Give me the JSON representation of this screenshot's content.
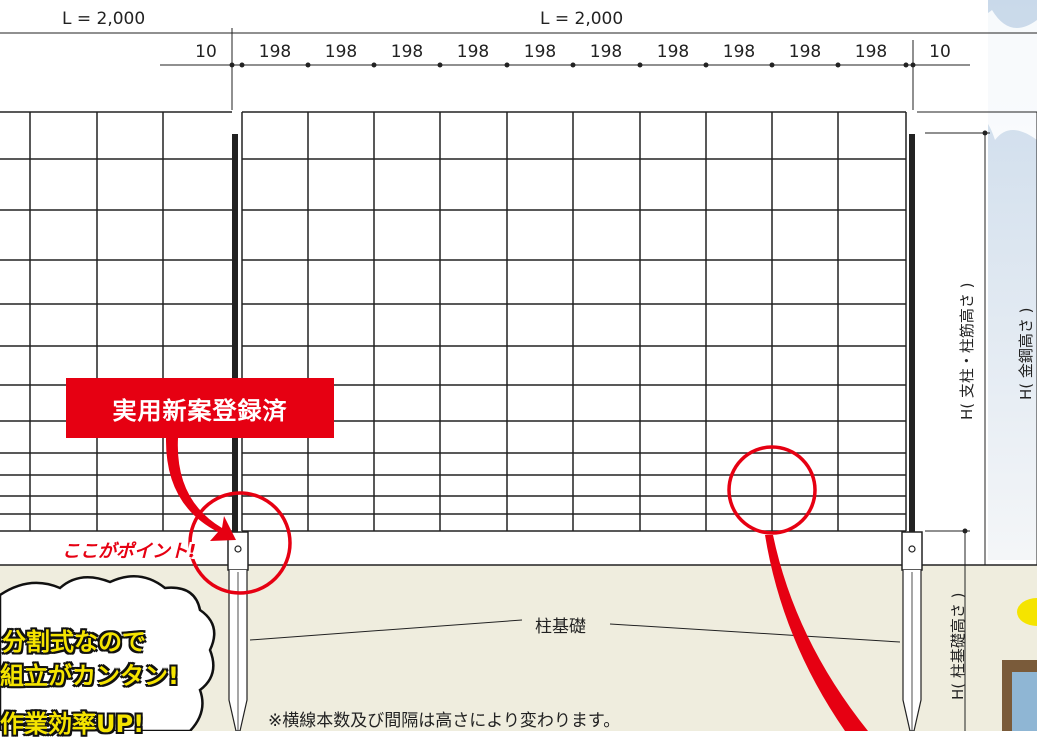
{
  "dimensions": {
    "left_span": "L = 2,000",
    "right_span": "L = 2,000",
    "pitches": [
      "10",
      "198",
      "198",
      "198",
      "198",
      "198",
      "198",
      "198",
      "198",
      "198",
      "198",
      "10"
    ]
  },
  "labels": {
    "post_height": "H( 支柱・柱筋高さ )",
    "mesh_height": "H( 金鋼高さ )",
    "foundation_height": "H( 柱基礎高さ )",
    "foundation": "柱基礎",
    "note": "※横線本数及び間隔は高さにより変わります。"
  },
  "badge": {
    "text": "実用新案登録済"
  },
  "point": {
    "text": "ここがポイント!"
  },
  "bubble": {
    "line1": "分割式なので",
    "line2": "組立がカンタン!",
    "line3": "作業効率UP!"
  },
  "colors": {
    "accent": "#e60012",
    "bubble_text": "#f5e400",
    "ground": "#efedde",
    "line": "#222222"
  }
}
